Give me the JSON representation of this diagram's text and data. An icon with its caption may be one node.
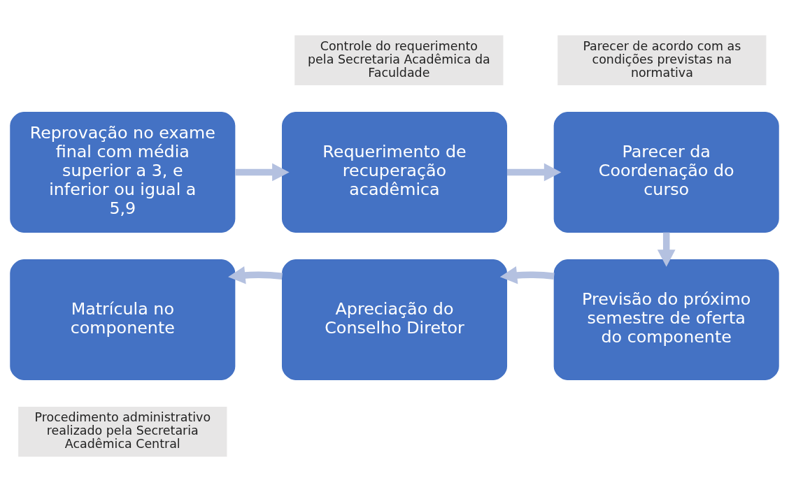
{
  "diagram": {
    "nodes": [
      {
        "text": [
          "Controle do requerimento pela Secretaria Acadêmica da Faculdade"
        ]
      },
      {
        "text": [
          "Parecer de acordo com as condições previstas na normativa"
        ]
      },
      {
        "text": [
          "Reprovação no exame final com média superior a 3, e inferior ou igual a 5,9"
        ]
      },
      {
        "text": [
          "Requerimento de recuperação acadêmica"
        ]
      },
      {
        "text": [
          "Parecer da Coordenação do curso"
        ]
      },
      {
        "text": [
          "Previsão do próximo semestre de oferta do componente"
        ]
      },
      {
        "text": [
          "Apreciação do Conselho Diretor"
        ]
      },
      {
        "text": [
          "Matrícula no componente"
        ]
      },
      {
        "text": [
          "Procedimento administrativo realizado pela Secretaria Acadêmica Central"
        ]
      }
    ],
    "edges": [
      {
        "from": 2,
        "to": 3,
        "arrow": "to"
      },
      {
        "from": 3,
        "to": 4,
        "arrow": "to"
      },
      {
        "from": 4,
        "to": 5,
        "arrow": "to"
      },
      {
        "from": 5,
        "to": 6,
        "arrow": "to"
      },
      {
        "from": 6,
        "to": 7,
        "arrow": "to"
      }
    ]
  }
}
